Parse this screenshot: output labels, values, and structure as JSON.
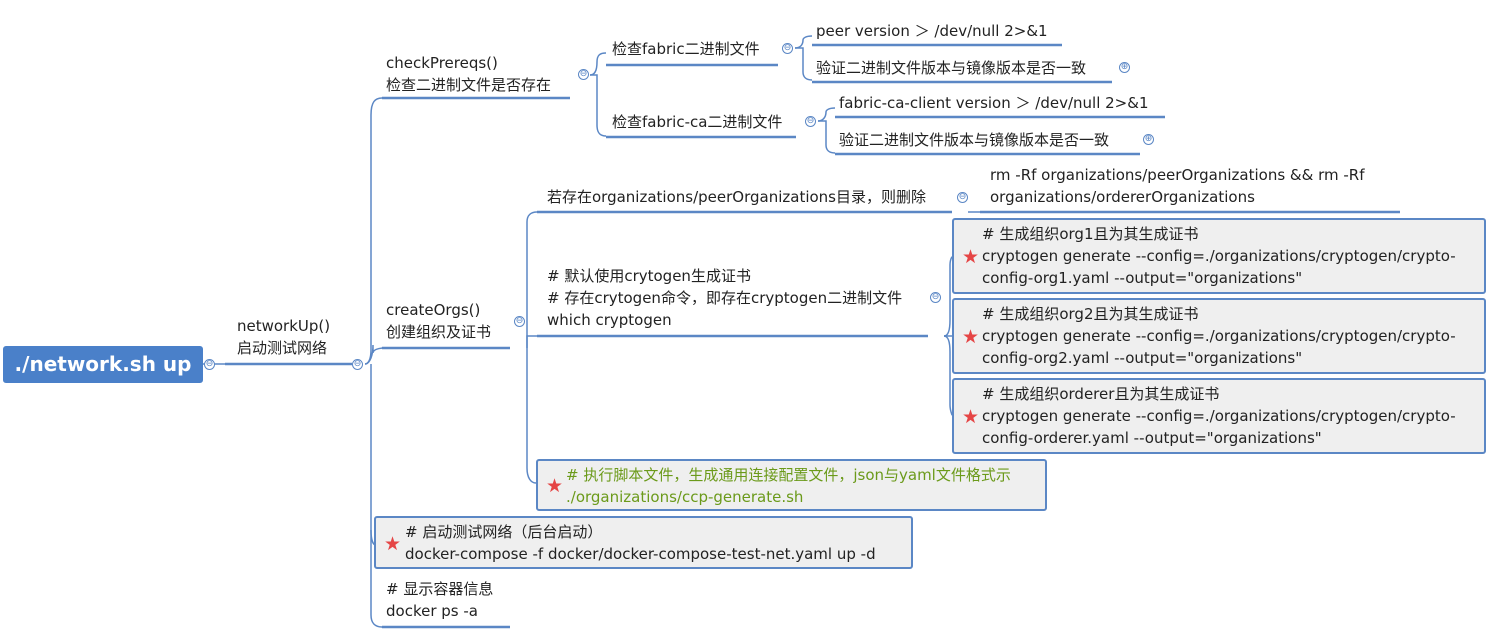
{
  "root": {
    "label": "./network.sh up"
  },
  "networkUp": {
    "line1": "networkUp()",
    "line2": "启动测试网络"
  },
  "checkPrereqs": {
    "line1": "checkPrereqs()",
    "line2": "检查二进制文件是否存在"
  },
  "checkFabric": {
    "label": "检查fabric二进制文件"
  },
  "peerVersion": {
    "label": "peer version ＞ /dev/null 2>&1"
  },
  "verifyPeer": {
    "label": "验证二进制文件版本与镜像版本是否一致"
  },
  "checkFabricCa": {
    "label": "检查fabric-ca二进制文件"
  },
  "caVersion": {
    "label": "fabric-ca-client version ＞ /dev/null 2>&1"
  },
  "verifyCa": {
    "label": "验证二进制文件版本与镜像版本是否一致"
  },
  "createOrgs": {
    "line1": "createOrgs()",
    "line2": "创建组织及证书"
  },
  "removeIfExists": {
    "label": "若存在organizations/peerOrganizations目录，则删除"
  },
  "rmCommand": {
    "line1": "rm -Rf organizations/peerOrganizations && rm -Rf",
    "line2": "organizations/ordererOrganizations"
  },
  "cryptogen": {
    "line1": "# 默认使用crytogen生成证书",
    "line2": "# 存在crytogen命令，即存在cryptogen二进制文件",
    "line3": "which cryptogen"
  },
  "org1": {
    "line1": "# 生成组织org1且为其生成证书",
    "line2": "cryptogen generate --config=./organizations/cryptogen/crypto-",
    "line3": "config-org1.yaml --output=\"organizations\""
  },
  "org2": {
    "line1": "# 生成组织org2且为其生成证书",
    "line2": "cryptogen generate --config=./organizations/cryptogen/crypto-",
    "line3": "config-org2.yaml --output=\"organizations\""
  },
  "orderer": {
    "line1": "# 生成组织orderer且为其生成证书",
    "line2": "cryptogen generate --config=./organizations/cryptogen/crypto-",
    "line3": "config-orderer.yaml --output=\"organizations\""
  },
  "ccp": {
    "line1": "# 执行脚本文件，生成通用连接配置文件，json与yaml文件格式示",
    "line2": "./organizations/ccp-generate.sh"
  },
  "startNetwork": {
    "line1": "# 启动测试网络（后台启动）",
    "line2": "docker-compose -f docker/docker-compose-test-net.yaml up -d"
  },
  "showContainers": {
    "line1": "# 显示容器信息",
    "line2": "docker ps -a"
  },
  "icons": {
    "collapse": "⊖",
    "expand": "⊕",
    "star": "★"
  },
  "colors": {
    "branch": "#5b87c5",
    "root_fill": "#4a80c9",
    "star": "#e54545",
    "comment_green": "#6b9a1a",
    "box_fill": "#efefef"
  }
}
